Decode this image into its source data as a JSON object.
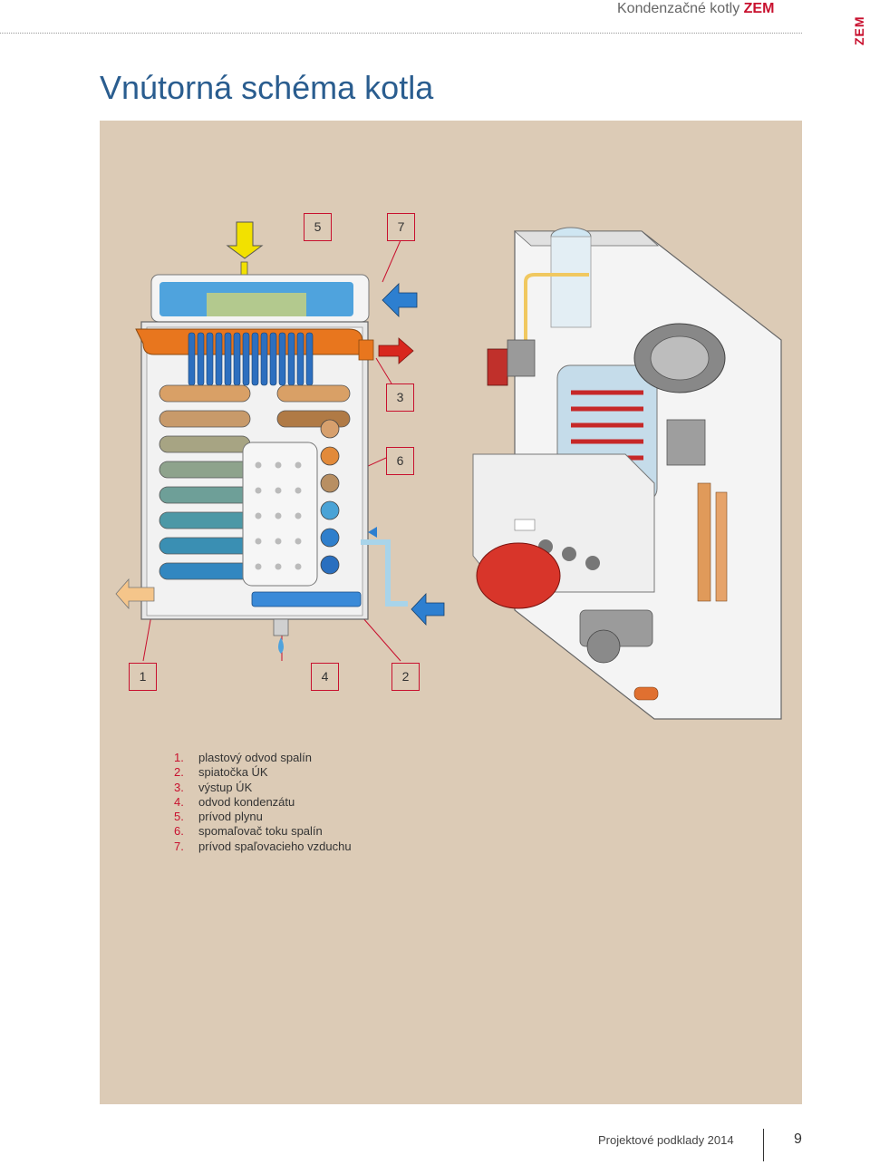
{
  "header": {
    "product": "Kondenzačné kotly",
    "brand": "ZEM",
    "side_tab": "ZEM"
  },
  "title": "Vnútorná schéma kotla",
  "callouts": [
    "5",
    "7",
    "3",
    "6",
    "1",
    "4",
    "2"
  ],
  "legend": [
    {
      "num": "1.",
      "label": "plastový odvod spalín"
    },
    {
      "num": "2.",
      "label": "spiatočka ÚK"
    },
    {
      "num": "3.",
      "label": "výstup ÚK"
    },
    {
      "num": "4.",
      "label": "odvod kondenzátu"
    },
    {
      "num": "5.",
      "label": "prívod plynu"
    },
    {
      "num": "6.",
      "label": "spomaľovač toku spalín"
    },
    {
      "num": "7.",
      "label": "prívod spaľovacieho vzduchu"
    }
  ],
  "footer": {
    "doc": "Projektové podklady 2014",
    "page": "9"
  },
  "colors": {
    "accent": "#c8102e",
    "title": "#2a5d8f",
    "panel": "#dccbb6"
  }
}
